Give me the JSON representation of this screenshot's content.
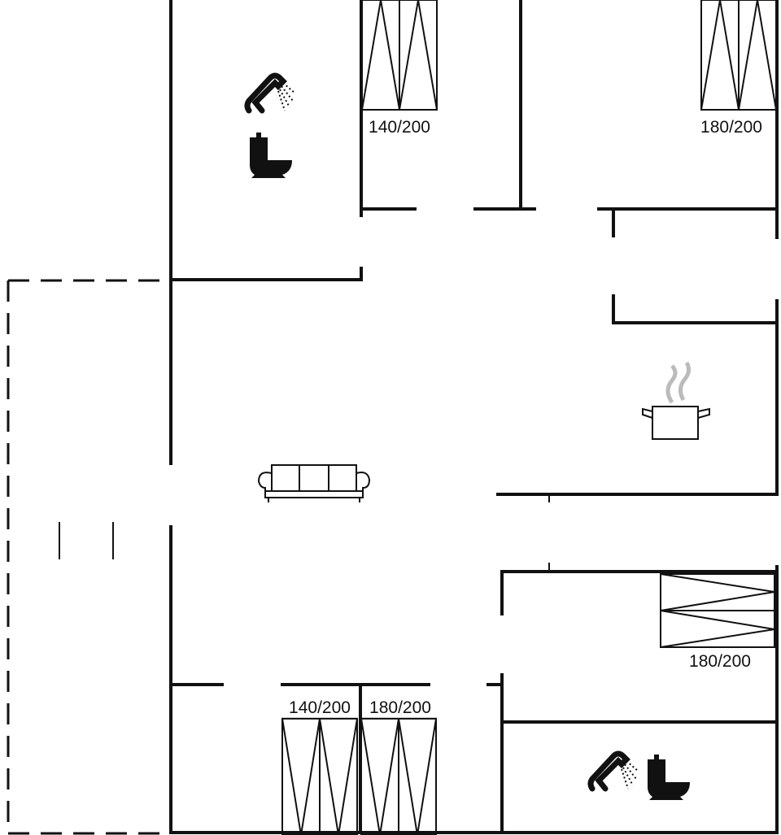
{
  "floor_plan": {
    "beds": [
      {
        "label": "140/200"
      },
      {
        "label": "180/200"
      },
      {
        "label": "180/200"
      },
      {
        "label": "140/200"
      },
      {
        "label": "180/200"
      }
    ],
    "icons": [
      "shower-icon",
      "toilet-icon",
      "cooking-pot-icon",
      "sofa-icon",
      "shower-icon",
      "toilet-icon"
    ],
    "colors": {
      "walls": "#111111",
      "steam": "#bbbbbb",
      "background": "#ffffff"
    }
  }
}
